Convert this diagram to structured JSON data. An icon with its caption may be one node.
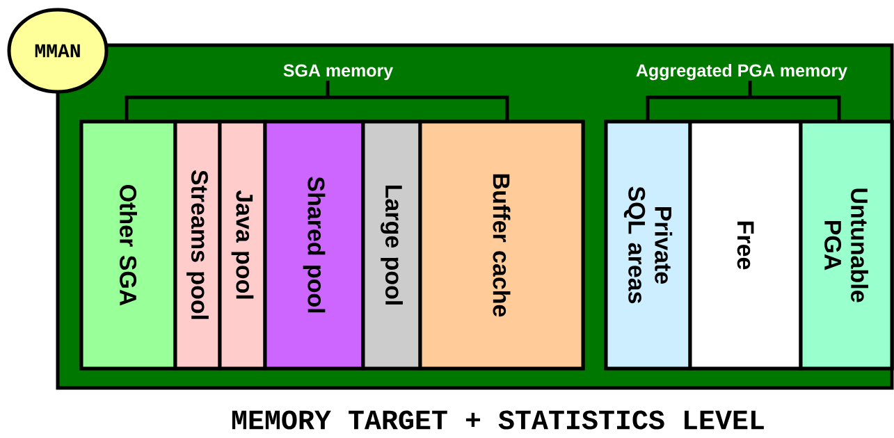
{
  "diagram": {
    "nodes": [
      {
        "text": [
          "MMAN"
        ]
      },
      {
        "text": [],
        "shape": "box"
      },
      {
        "text": [
          "SGA memory"
        ],
        "in": 1
      },
      {
        "text": [
          "Other SGA"
        ],
        "in": 2
      },
      {
        "text": [
          "Streams pool"
        ],
        "in": 2
      },
      {
        "text": [
          "Java pool"
        ],
        "in": 2
      },
      {
        "text": [
          "Shared pool"
        ],
        "in": 2
      },
      {
        "text": [
          "Large pool"
        ],
        "in": 2
      },
      {
        "text": [
          "Buffer cache"
        ],
        "in": 2
      },
      {
        "text": [
          "Aggregated PGA memory"
        ],
        "in": 1
      },
      {
        "text": [
          "Private SQL areas"
        ],
        "in": 9
      },
      {
        "text": [
          "Free"
        ],
        "in": 9
      },
      {
        "text": [
          "Untunable PGA"
        ],
        "in": 9
      }
    ],
    "labels": [
      "MEMORY TARGET + STATISTICS LEVEL"
    ]
  }
}
